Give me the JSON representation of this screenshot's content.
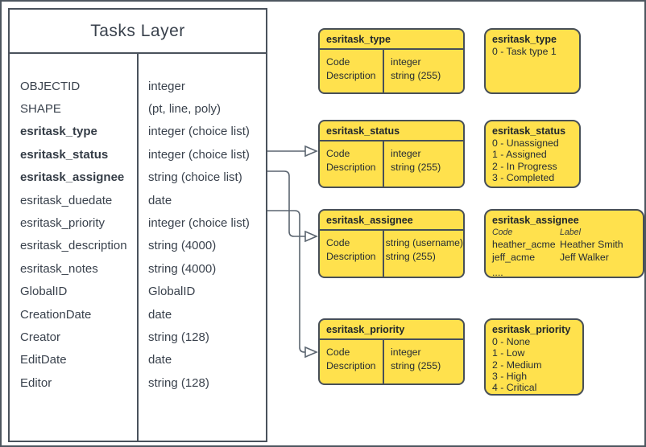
{
  "tasks_layer": {
    "title": "Tasks Layer",
    "fields": [
      {
        "name": "OBJECTID",
        "type": "integer"
      },
      {
        "name": "SHAPE",
        "type": "(pt, line, poly)"
      },
      {
        "name": "esritask_type",
        "type": "integer (choice list)",
        "bold": true
      },
      {
        "name": "esritask_status",
        "type": "integer (choice list)",
        "bold": true
      },
      {
        "name": "esritask_assignee",
        "type": "string (choice list)",
        "bold": true
      },
      {
        "name": "esritask_duedate",
        "type": "date"
      },
      {
        "name": "esritask_priority",
        "type": "integer (choice list)"
      },
      {
        "name": "esritask_description",
        "type": "string (4000)"
      },
      {
        "name": "esritask_notes",
        "type": "string (4000)"
      },
      {
        "name": "GlobalID",
        "type": "GlobalID"
      },
      {
        "name": "CreationDate",
        "type": "date"
      },
      {
        "name": "Creator",
        "type": "string (128)"
      },
      {
        "name": "EditDate",
        "type": "date"
      },
      {
        "name": "Editor",
        "type": "string (128)"
      }
    ]
  },
  "domain_tables": [
    {
      "title": "esritask_type",
      "rows": [
        {
          "field": "Code",
          "type": "integer"
        },
        {
          "field": "Description",
          "type": "string (255)"
        }
      ]
    },
    {
      "title": "esritask_status",
      "rows": [
        {
          "field": "Code",
          "type": "integer"
        },
        {
          "field": "Description",
          "type": "string (255)"
        }
      ]
    },
    {
      "title": "esritask_assignee",
      "rows": [
        {
          "field": "Code",
          "type": "string (username)"
        },
        {
          "field": "Description",
          "type": "string (255)"
        }
      ]
    },
    {
      "title": "esritask_priority",
      "rows": [
        {
          "field": "Code",
          "type": "integer"
        },
        {
          "field": "Description",
          "type": "string (255)"
        }
      ]
    }
  ],
  "value_lists": {
    "type": {
      "title": "esritask_type",
      "lines": [
        "0 - Task type 1"
      ]
    },
    "status": {
      "title": "esritask_status",
      "lines": [
        "0 - Unassigned",
        "1 - Assigned",
        "2 - In Progress",
        "3 - Completed"
      ]
    },
    "assignee": {
      "title": "esritask_assignee",
      "col_headers": {
        "code": "Code",
        "label": "Label"
      },
      "rows": [
        {
          "code": "heather_acme",
          "label": "Heather Smith"
        },
        {
          "code": "jeff_acme",
          "label": "Jeff Walker"
        }
      ],
      "ellipsis": "...."
    },
    "priority": {
      "title": "esritask_priority",
      "lines": [
        "0 - None",
        "1 - Low",
        "2 - Medium",
        "3 - High",
        "4 - Critical"
      ]
    }
  },
  "colors": {
    "yellow": "#ffe14d",
    "stroke": "#4a525c",
    "connector": "#5b6570"
  }
}
